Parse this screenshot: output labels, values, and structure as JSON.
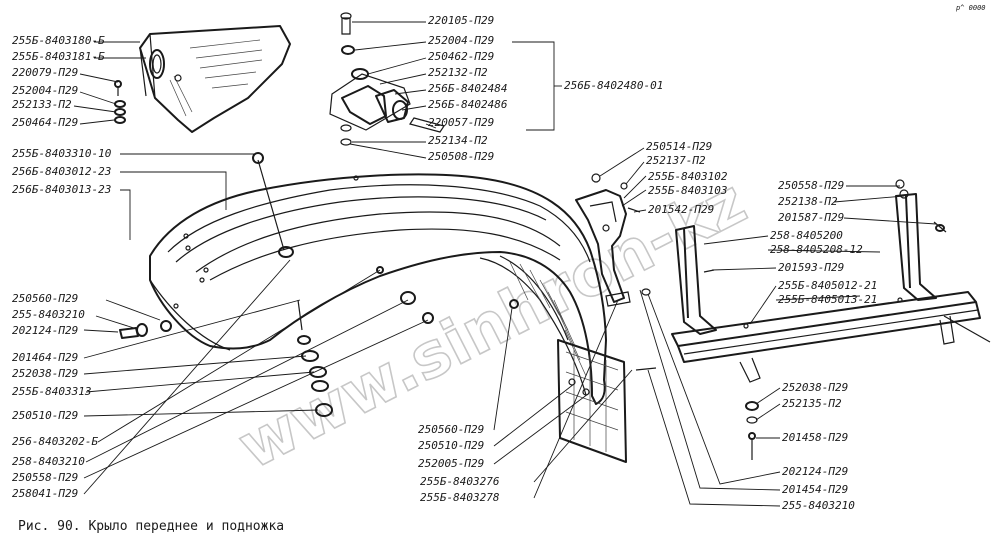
{
  "caption": "Рис. 90. Крыло переднее и подножка",
  "watermark": "www.sinhron-kz",
  "corner_mark": "p^ 0000",
  "labels": {
    "l01": "255Б-8403180-Б",
    "l02": "255Б-8403181-Б",
    "l03": "220079-П29",
    "l04": "252004-П29",
    "l05": "252133-П2",
    "l06": "250464-П29",
    "l07": "220105-П29",
    "l08": "252004-П29",
    "l09": "250462-П29",
    "l10": "252132-П2",
    "l11": "256Б-8402484",
    "l12": "256Б-8402486",
    "l13": "220057-П29",
    "l14": "252134-П2",
    "l15": "250508-П29",
    "l16": "256Б-8402480-01",
    "l17": "255Б-8403310-10",
    "l18": "256Б-8403012-23",
    "l19": "256Б-8403013-23",
    "l20": "250560-П29",
    "l21": "255-8403210",
    "l22": "202124-П29",
    "l23": "201464-П29",
    "l24": "252038-П29",
    "l25": "255Б-8403313",
    "l26": "250510-П29",
    "l27": "256-8403202-Б",
    "l28": "258-8403210",
    "l29": "250558-П29",
    "l30": "258041-П29",
    "l31": "250514-П29",
    "l32": "252137-П2",
    "l33": "255Б-8403102",
    "l34": "255Б-8403103",
    "l35": "201542-П29",
    "l36": "250558-П29",
    "l37": "252138-П2",
    "l38": "201587-П29",
    "l39": "258-8405200",
    "l40": "258-8405208-12",
    "l41": "201593-П29",
    "l42": "255Б-8405012-21",
    "l43": "255Б-8405013-21",
    "l44": "250560-П29",
    "l45": "250510-П29",
    "l46": "252005-П29",
    "l47": "255Б-8403276",
    "l48": "255Б-8403278",
    "l49": "252038-П29",
    "l50": "252135-П2",
    "l51": "201458-П29",
    "l52": "202124-П29",
    "l53": "201454-П29",
    "l54": "255-8403210"
  }
}
